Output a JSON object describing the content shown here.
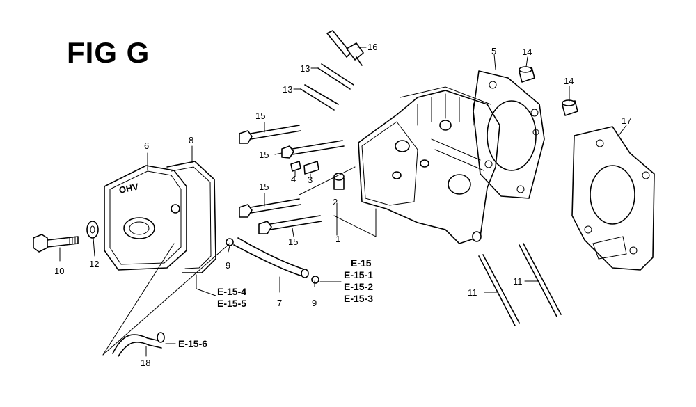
{
  "figure": {
    "title": "FIG G"
  },
  "callouts": {
    "c1": "1",
    "c2": "2",
    "c3": "3",
    "c4": "4",
    "c5": "5",
    "c6": "6",
    "c7": "7",
    "c8": "8",
    "c9a": "9",
    "c9b": "9",
    "c10": "10",
    "c11a": "11",
    "c11b": "11",
    "c12": "12",
    "c13a": "13",
    "c13b": "13",
    "c14a": "14",
    "c14b": "14",
    "c15a": "15",
    "c15b": "15",
    "c15c": "15",
    "c15d": "15",
    "c16": "16",
    "c17": "17",
    "c18": "18"
  },
  "references": {
    "e15": "E-15",
    "e15_1": "E-15-1",
    "e15_2": "E-15-2",
    "e15_3": "E-15-3",
    "e15_4": "E-15-4",
    "e15_5": "E-15-5",
    "e15_6": "E-15-6"
  },
  "cover_emblem": "OHV"
}
